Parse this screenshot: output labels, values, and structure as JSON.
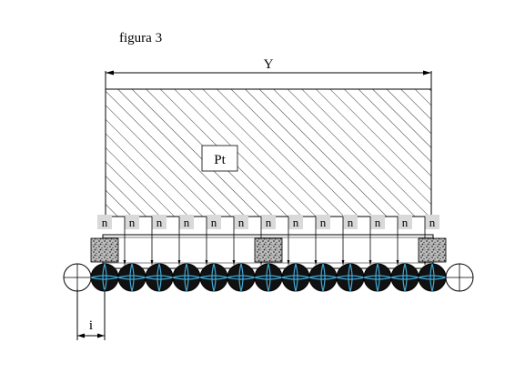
{
  "figure_caption": "figura 3",
  "dimension_width_label": "Y",
  "dimension_pitch_label": "i",
  "block_label": "Pt",
  "n_labels": [
    "n",
    "n",
    "n",
    "n",
    "n",
    "n",
    "n",
    "n",
    "n",
    "n",
    "n",
    "n",
    "n"
  ],
  "roller_count": 13,
  "spacer_positions": [
    0,
    6,
    12
  ],
  "colors": {
    "line": "#000000",
    "hatch": "#222222",
    "roller_fill": "#111111",
    "roller_cross": "#3fa9d6",
    "spacer_fill": "#9a9a9a",
    "n_badge": "#d9d9d9"
  },
  "icons": {
    "end_roller": "circle-cross-outline-icon",
    "roller": "roller-cross-icon"
  }
}
